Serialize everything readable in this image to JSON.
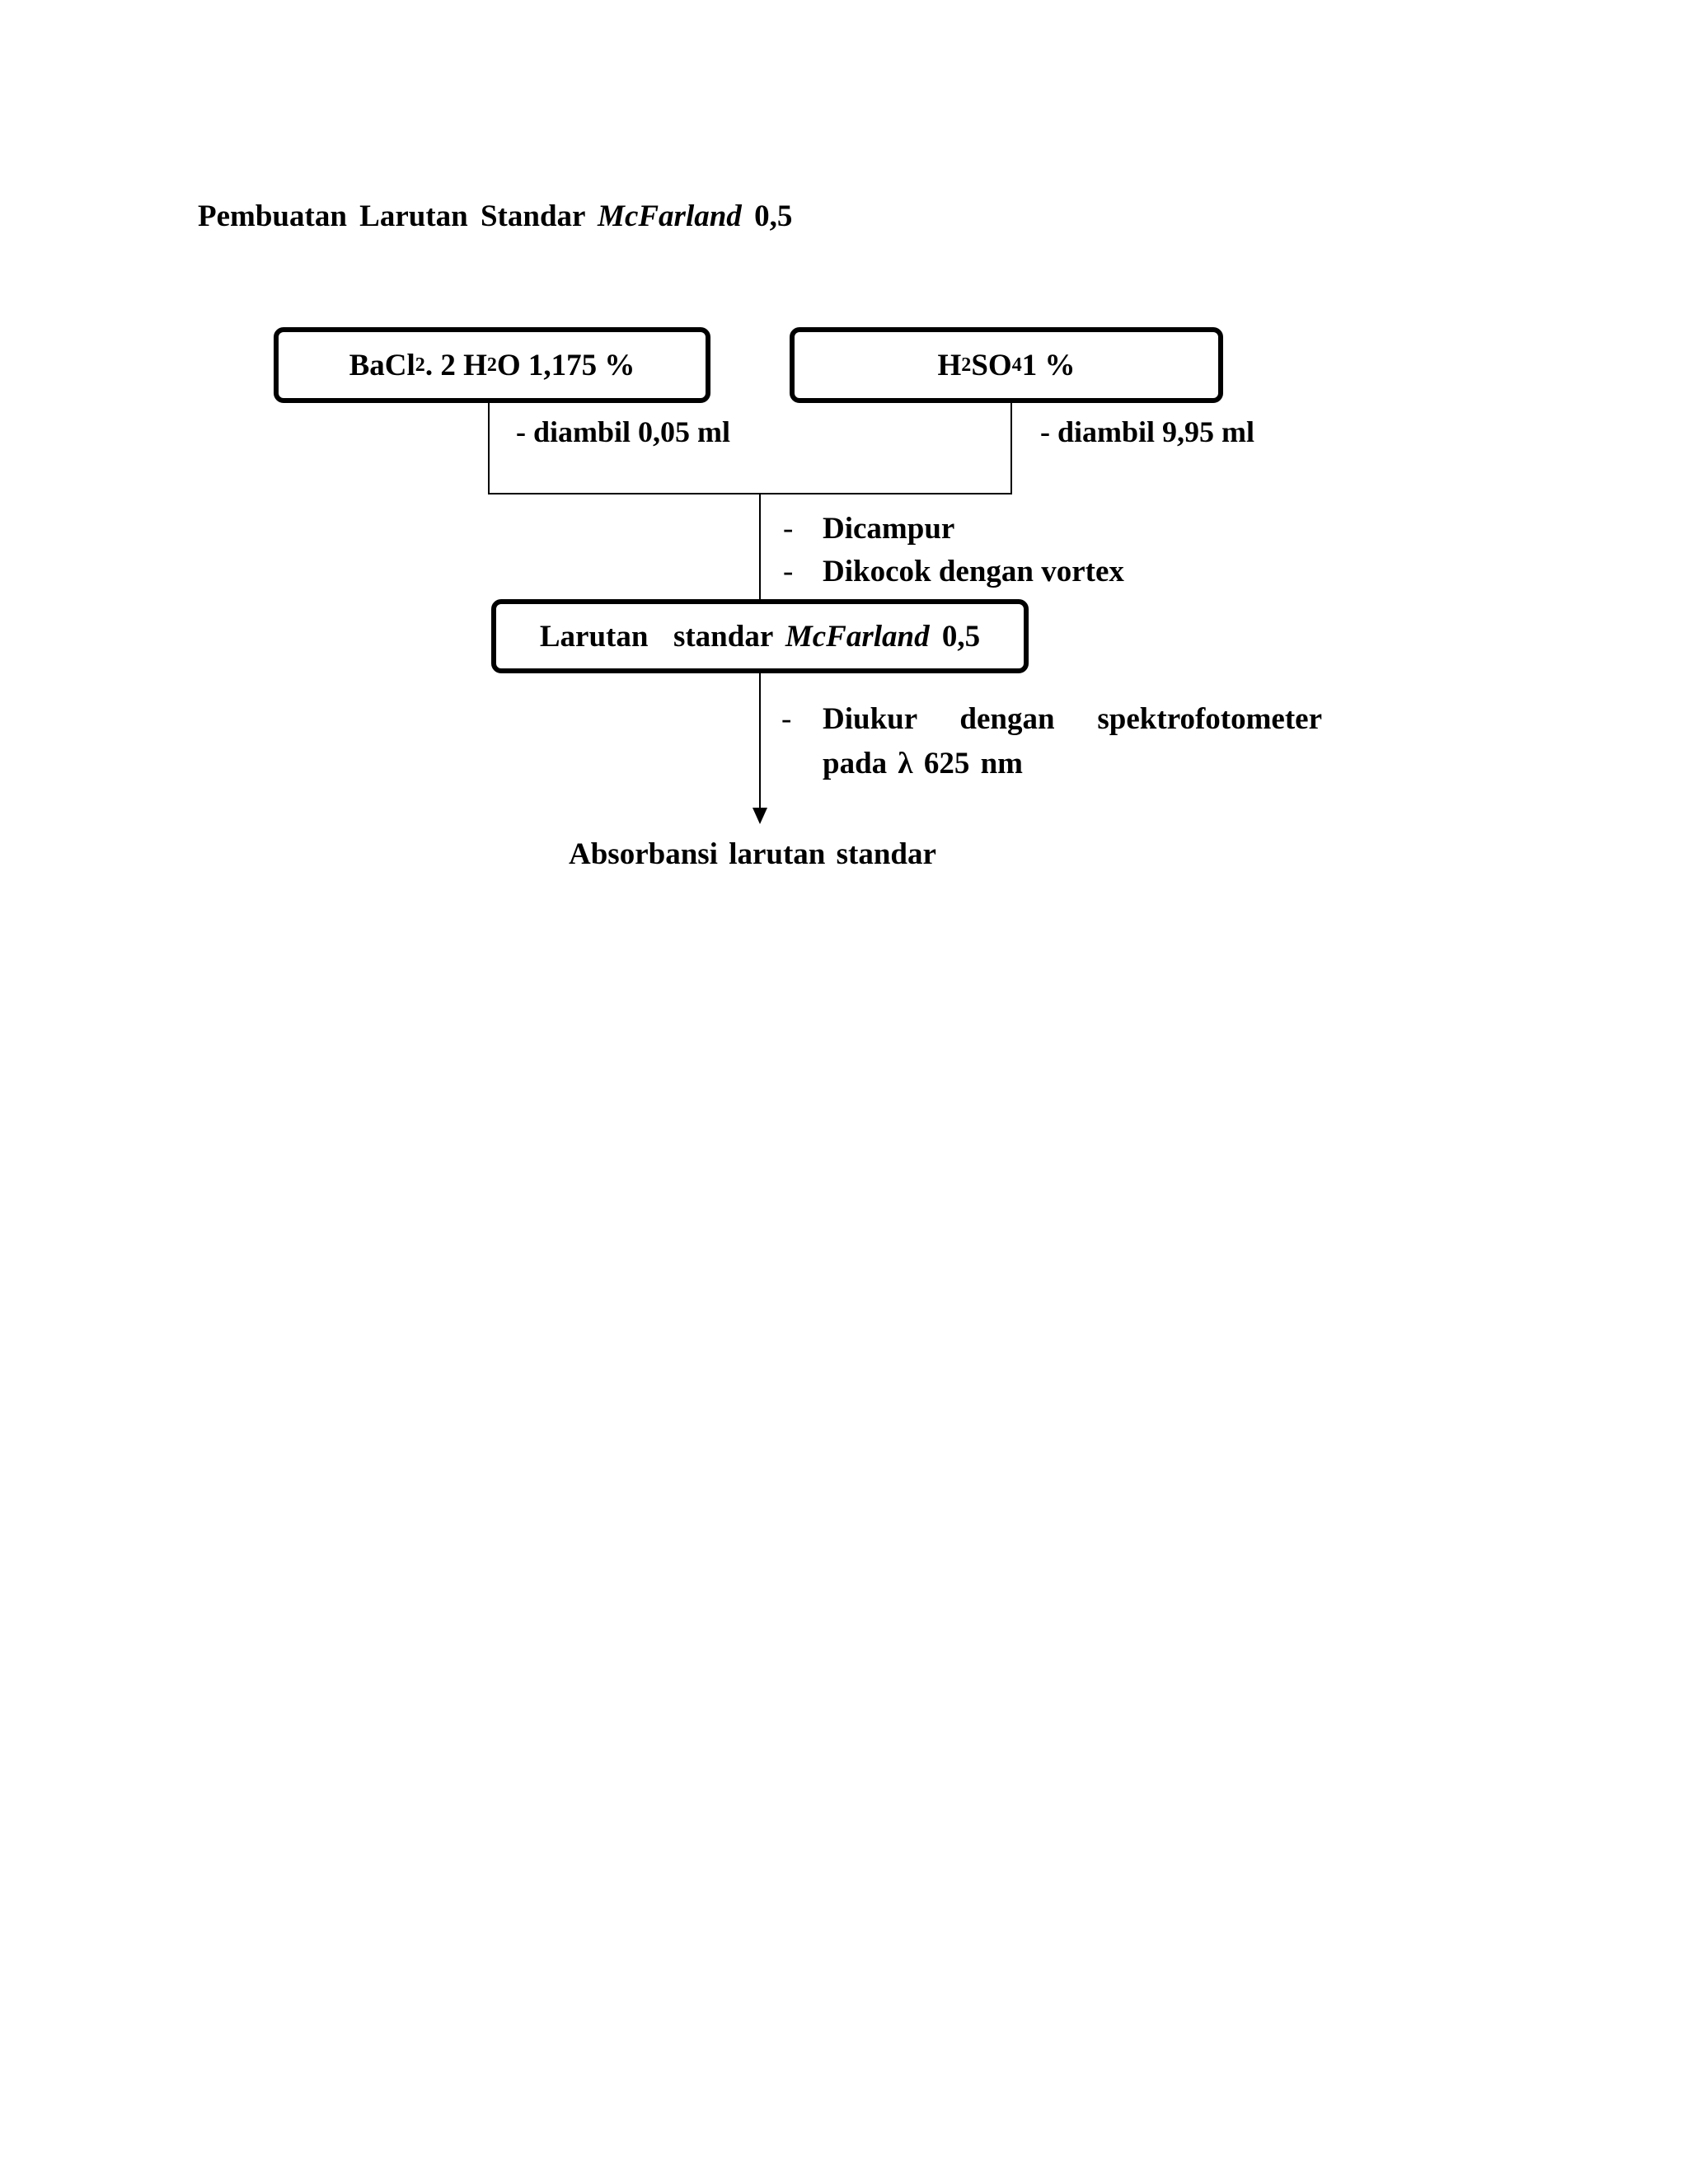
{
  "title": {
    "prefix": "Pembuatan  Larutan  Standar ",
    "italic": "McFarland",
    "suffix": " 0,5"
  },
  "inputs": [
    {
      "name_parts": [
        "BaCl",
        "2",
        ". 2 H",
        "2",
        "O 1,175 %"
      ],
      "note": "- diambil  0,05 ml"
    },
    {
      "name_parts": [
        "H",
        "2",
        "SO",
        "4",
        " 1 %"
      ],
      "note": "- diambil  9,95 ml"
    }
  ],
  "mix_steps": [
    "Dicampur",
    "Dikocok dengan vortex"
  ],
  "step_dash": "-",
  "standard": {
    "prefix": "Larutan  standar ",
    "italic": "McFarland",
    "suffix": " 0,5"
  },
  "measure_step": "Diukur   dengan   spektrofotometer pada λ 625 nm",
  "result": "Absorbansi  larutan  standar"
}
